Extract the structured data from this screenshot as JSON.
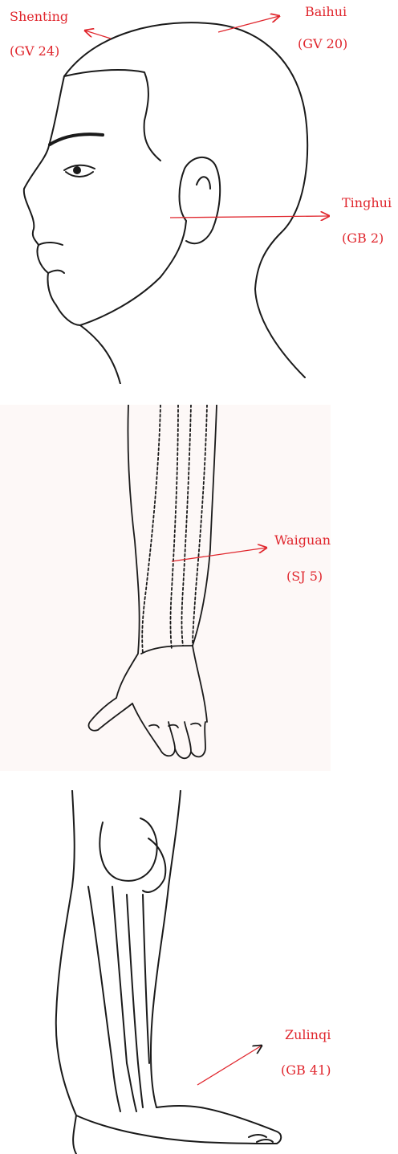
{
  "colors": {
    "label": "#e0262d",
    "line": "#1a1a1a",
    "arrow": "#e0262d"
  },
  "head": {
    "points": [
      {
        "name": "Shenting",
        "code": "(GV 24)"
      },
      {
        "name": "Baihui",
        "code": "(GV 20)"
      },
      {
        "name": "Tinghui",
        "code": "(GB 2)"
      }
    ]
  },
  "arm": {
    "points": [
      {
        "name": "Waiguan",
        "code": "(SJ 5)"
      }
    ]
  },
  "leg": {
    "points": [
      {
        "name": "Zulinqi",
        "code": "(GB 41)"
      }
    ]
  }
}
